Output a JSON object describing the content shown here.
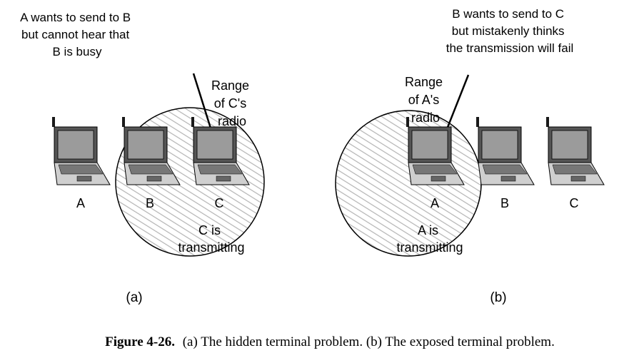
{
  "panel_a": {
    "note": [
      "A wants to send to B",
      "but cannot hear that",
      "B is busy"
    ],
    "range_label": [
      "Range",
      "of C's",
      "radio"
    ],
    "transmit_label": [
      "C is",
      "transmitting"
    ],
    "nodes": [
      "A",
      "B",
      "C"
    ],
    "panel_label": "(a)"
  },
  "panel_b": {
    "note": [
      "B wants to send to C",
      "but mistakenly thinks",
      "the transmission will fail"
    ],
    "range_label": [
      "Range",
      "of A's",
      "radio"
    ],
    "transmit_label": [
      "A is",
      "transmitting"
    ],
    "nodes": [
      "A",
      "B",
      "C"
    ],
    "panel_label": "(b)"
  },
  "caption": {
    "number": "Figure 4-26.",
    "text": "(a) The hidden terminal problem. (b) The exposed terminal problem."
  }
}
